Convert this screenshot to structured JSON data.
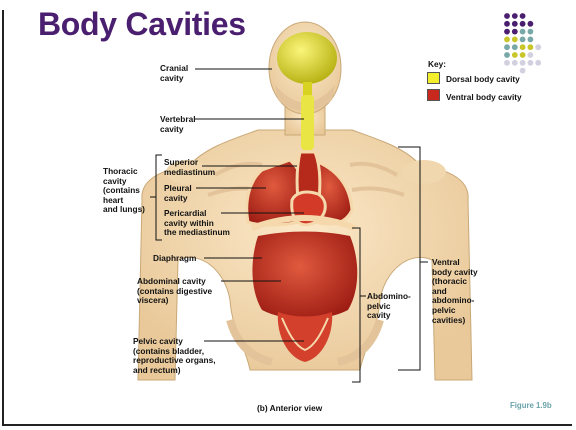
{
  "title": "Body Cavities",
  "key": {
    "heading": "Key:",
    "items": [
      {
        "label": "Dorsal body cavity",
        "color": "#f2ef2a"
      },
      {
        "label": "Ventral body cavity",
        "color": "#c8281e"
      }
    ]
  },
  "labels": {
    "cranial": "Cranial\ncavity",
    "vertebral": "Vertebral\ncavity",
    "thoracic": "Thoracic\ncavity\n(contains\nheart\nand lungs)",
    "superior_mediastinum": "Superior\nmediastinum",
    "pleural": "Pleural\ncavity",
    "pericardial": "Pericardial\ncavity within\nthe mediastinum",
    "diaphragm": "Diaphragm",
    "abdominal": "Abdominal cavity\n(contains digestive\nviscera)",
    "pelvic": "Pelvic cavity\n(contains bladder,\nreproductive organs,\nand rectum)",
    "abdominopelvic": "Abdomino-\npelvic\ncavity",
    "ventral": "Ventral\nbody cavity\n(thoracic\nand\nabdomino-\npelvic\ncavities)"
  },
  "caption": "(b) Anterior view",
  "figure_ref": "Figure 1.9b",
  "colors": {
    "title": "#4b1f6f",
    "dots": [
      "#4b1f6f",
      "#c8c629",
      "#79a8a8",
      "#d3d0e0"
    ]
  }
}
